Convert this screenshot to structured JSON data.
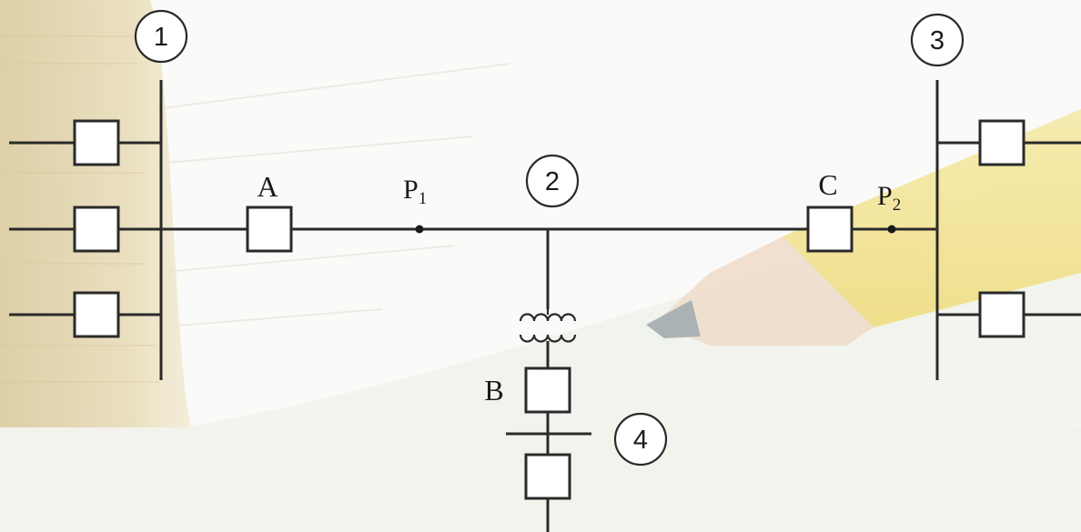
{
  "diagram": {
    "buses": [
      {
        "id": "bus-1",
        "label": "1"
      },
      {
        "id": "bus-2",
        "label": "2"
      },
      {
        "id": "bus-3",
        "label": "3"
      },
      {
        "id": "bus-4",
        "label": "4"
      }
    ],
    "breakers": [
      {
        "id": "A",
        "label": "A"
      },
      {
        "id": "B",
        "label": "B"
      },
      {
        "id": "C",
        "label": "C"
      }
    ],
    "points": [
      {
        "id": "P1",
        "base": "P",
        "sub": "1"
      },
      {
        "id": "P2",
        "base": "P",
        "sub": "2"
      }
    ],
    "colors": {
      "line": "#2a2a2a",
      "breaker_fill": "#ffffff",
      "background": "#f4f6f1",
      "book_pages": "#fbfbf7",
      "book_spine": "#e3d6ae",
      "pencil_yellow": "#f1e08a",
      "pencil_wood": "#ecd7c2",
      "pencil_lead": "#9ea6ab"
    }
  }
}
